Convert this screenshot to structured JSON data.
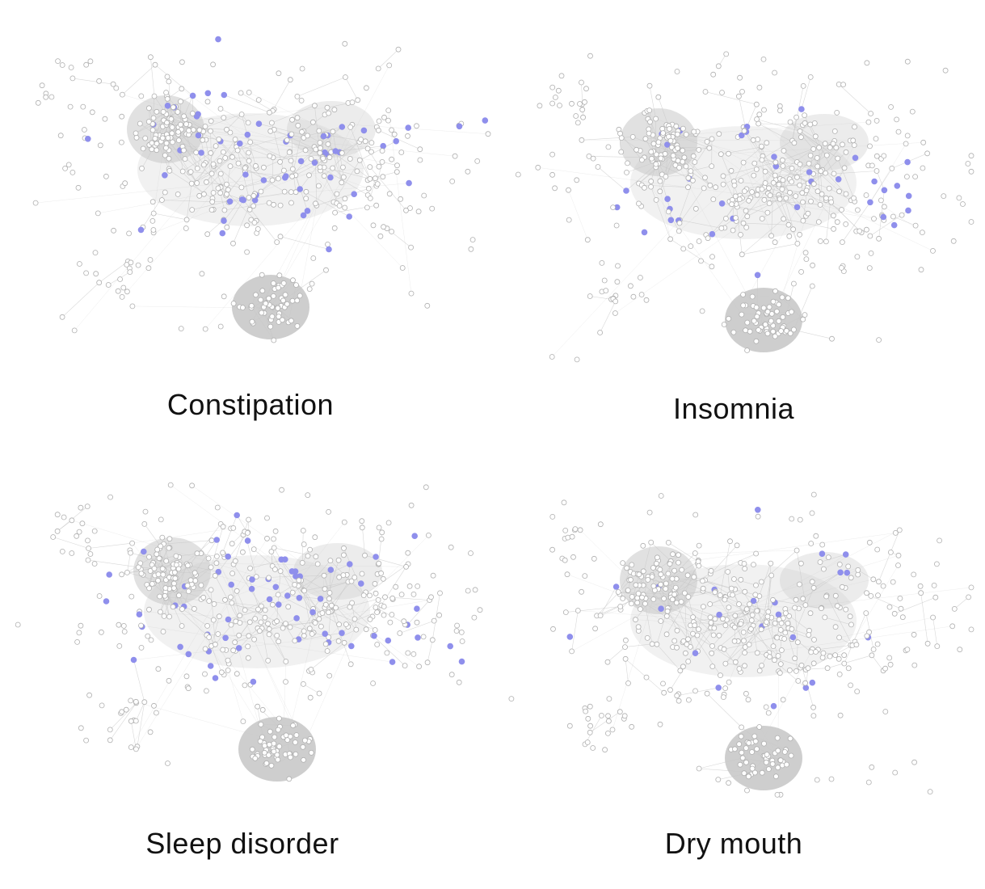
{
  "colors": {
    "background": "#ffffff",
    "edge": "#c8c8c8",
    "node_fill": "#ffffff",
    "node_stroke": "#b0b0b0",
    "highlight_node": "#8f8fec",
    "cluster_fill": "#c9c9c9"
  },
  "panels": [
    {
      "label": "Constipation"
    },
    {
      "label": "Insomnia"
    },
    {
      "label": "Sleep disorder"
    },
    {
      "label": "Dry mouth"
    }
  ]
}
